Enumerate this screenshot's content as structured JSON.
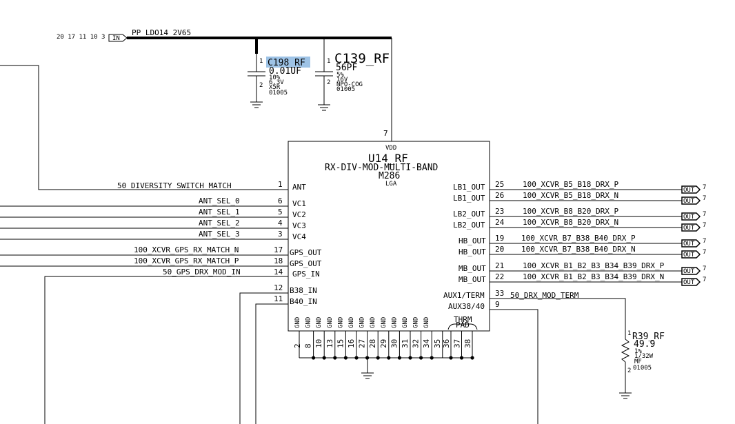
{
  "power": {
    "pins": "20 17 11 10 3 2",
    "port": "IN",
    "net": "PP_LDO14_2V65"
  },
  "c198": {
    "ref": "C198_RF",
    "value": "0.01UF",
    "tol": "10%",
    "volt": "6.3V",
    "diel": "X5R",
    "pkg": "01005",
    "pin1": "1",
    "pin2": "2"
  },
  "c139": {
    "ref": "C139_RF",
    "value": "56PF",
    "tol": "5%",
    "volt": "16V",
    "diel": "NPO-COG",
    "pkg": "01005",
    "pin1": "1",
    "pin2": "2"
  },
  "u14": {
    "vdd": "VDD",
    "vdd_pin": "7",
    "ref": "U14_RF",
    "name": "RX-DIV-MOD-MULTI-BAND",
    "part": "M286",
    "pkg": "LGA",
    "left_pins": [
      {
        "net": "50_DIVERSITY_SWITCH_MATCH",
        "num": "1",
        "label": "ANT"
      },
      {
        "net": "ANT_SEL_0",
        "num": "6",
        "label": "VC1"
      },
      {
        "net": "ANT_SEL_1",
        "num": "5",
        "label": "VC2"
      },
      {
        "net": "ANT_SEL_2",
        "num": "4",
        "label": "VC3"
      },
      {
        "net": "ANT_SEL_3",
        "num": "3",
        "label": "VC4"
      },
      {
        "net": "100_XCVR_GPS_RX_MATCH_N",
        "num": "17",
        "label": "GPS_OUT"
      },
      {
        "net": "100_XCVR_GPS_RX_MATCH_P",
        "num": "18",
        "label": "GPS_OUT"
      },
      {
        "net": "50_GPS_DRX_MOD_IN",
        "num": "14",
        "label": "GPS_IN"
      },
      {
        "net": "",
        "num": "12",
        "label": "B38_IN"
      },
      {
        "net": "",
        "num": "11",
        "label": "B40_IN"
      }
    ],
    "right_pins": [
      {
        "label": "LB1_OUT",
        "num": "25",
        "net": "100_XCVR_B5_B18_DRX_P"
      },
      {
        "label": "LB1_OUT",
        "num": "26",
        "net": "100_XCVR_B5_B18_DRX_N"
      },
      {
        "label": "LB2_OUT",
        "num": "23",
        "net": "100_XCVR_B8_B20_DRX_P"
      },
      {
        "label": "LB2_OUT",
        "num": "24",
        "net": "100_XCVR_B8_B20_DRX_N"
      },
      {
        "label": "HB_OUT",
        "num": "19",
        "net": "100_XCVR_B7_B38_B40_DRX_P"
      },
      {
        "label": "HB_OUT",
        "num": "20",
        "net": "100_XCVR_B7_B38_B40_DRX_N"
      },
      {
        "label": "MB_OUT",
        "num": "21",
        "net": "100_XCVR_B1_B2_B3_B34_B39_DRX_P"
      },
      {
        "label": "MB_OUT",
        "num": "22",
        "net": "100_XCVR_B1_B2_B3_B34_B39_DRX_N"
      }
    ],
    "aux": [
      {
        "label": "AUX1/TERM",
        "num": "33",
        "net": "50_DRX_MOD_TERM"
      },
      {
        "label": "AUX38/40",
        "num": "9",
        "net": ""
      }
    ],
    "gnd_label": "GND",
    "gnd_pins": [
      "2",
      "8",
      "10",
      "13",
      "15",
      "16",
      "27",
      "28",
      "29",
      "30",
      "31",
      "32",
      "34",
      "35"
    ],
    "thrm_label": "THRM",
    "pad_label": "PAD",
    "thrm_pins": [
      "36",
      "37",
      "38"
    ]
  },
  "out_port": "OUT",
  "out_sheet": "7",
  "r39": {
    "ref": "R39_RF",
    "value": "49.9",
    "tol": "1%",
    "power": "1/32W",
    "type": "MF",
    "pkg": "01005",
    "pin1": "1",
    "pin2": "2"
  }
}
